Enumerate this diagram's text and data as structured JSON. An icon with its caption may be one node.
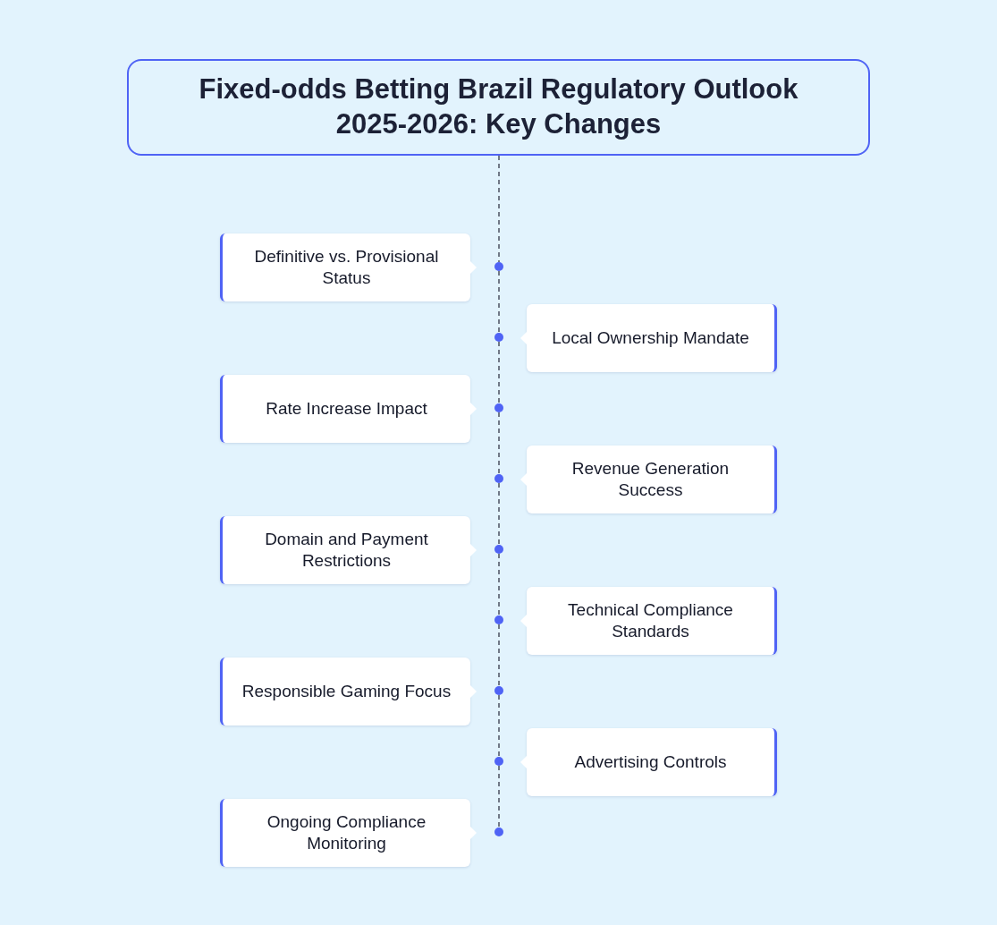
{
  "diagram": {
    "nodes": [
      {
        "text": [
          "Fixed-odds Betting Brazil Regulatory Outlook 2025-2026: Key Changes"
        ]
      },
      {
        "text": [
          "Definitive vs. Provisional Status"
        ]
      },
      {
        "text": [
          "Local Ownership Mandate"
        ]
      },
      {
        "text": [
          "Rate Increase Impact"
        ]
      },
      {
        "text": [
          "Revenue Generation Success"
        ]
      },
      {
        "text": [
          "Domain and Payment Restrictions"
        ]
      },
      {
        "text": [
          "Technical Compliance Standards"
        ]
      },
      {
        "text": [
          "Responsible Gaming Focus"
        ]
      },
      {
        "text": [
          "Advertising Controls"
        ]
      },
      {
        "text": [
          "Ongoing Compliance Monitoring"
        ]
      },
      {
        "text": [],
        "shape": "circle"
      },
      {
        "text": [],
        "shape": "circle"
      },
      {
        "text": [],
        "shape": "circle"
      },
      {
        "text": [],
        "shape": "circle"
      },
      {
        "text": [],
        "shape": "circle"
      },
      {
        "text": [],
        "shape": "circle"
      },
      {
        "text": [],
        "shape": "circle"
      },
      {
        "text": [],
        "shape": "circle"
      },
      {
        "text": [],
        "shape": "circle"
      }
    ],
    "edges": [
      {
        "from": 0,
        "to": 10,
        "arrow": "none",
        "style": "dashed"
      },
      {
        "from": 10,
        "to": 11,
        "arrow": "none",
        "style": "dashed"
      },
      {
        "from": 11,
        "to": 12,
        "arrow": "none",
        "style": "dashed"
      },
      {
        "from": 12,
        "to": 13,
        "arrow": "none",
        "style": "dashed"
      },
      {
        "from": 13,
        "to": 14,
        "arrow": "none",
        "style": "dashed"
      },
      {
        "from": 14,
        "to": 15,
        "arrow": "none",
        "style": "dashed"
      },
      {
        "from": 15,
        "to": 16,
        "arrow": "none",
        "style": "dashed"
      },
      {
        "from": 16,
        "to": 17,
        "arrow": "none",
        "style": "dashed"
      },
      {
        "from": 17,
        "to": 18,
        "arrow": "none",
        "style": "dashed"
      }
    ]
  }
}
